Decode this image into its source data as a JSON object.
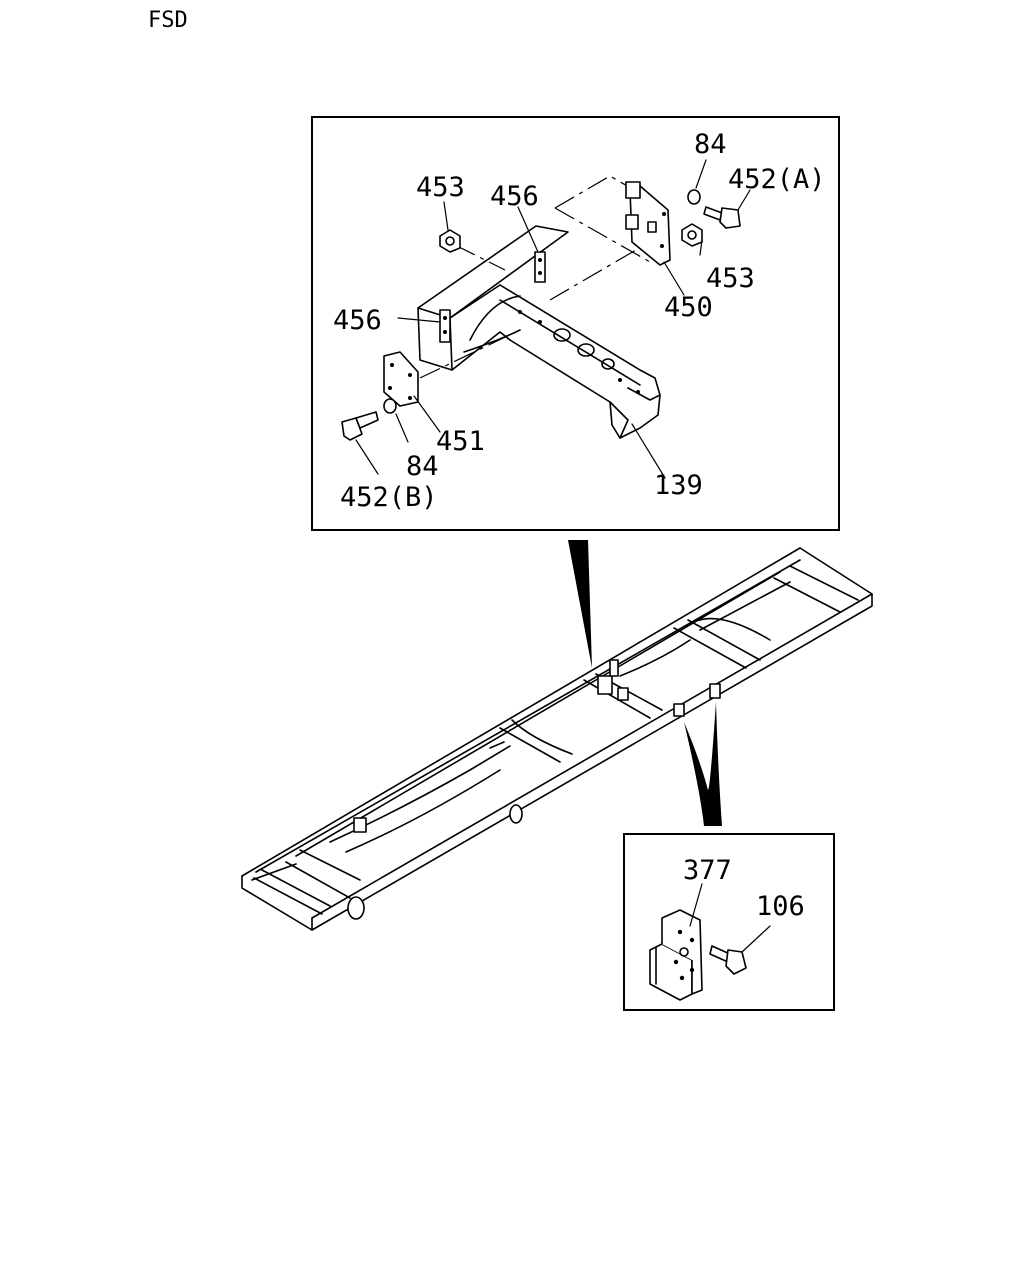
{
  "header": {
    "code": "FSD"
  },
  "callouts": {
    "detail_a": {
      "p84_top": "84",
      "p452a": "452(A)",
      "p453_left": "453",
      "p456_top": "456",
      "p453_right": "453",
      "p450": "450",
      "p456_left": "456",
      "p451": "451",
      "p84_bottom": "84",
      "p452b": "452(B)",
      "p139": "139"
    },
    "detail_b": {
      "p377": "377",
      "p106": "106"
    }
  }
}
